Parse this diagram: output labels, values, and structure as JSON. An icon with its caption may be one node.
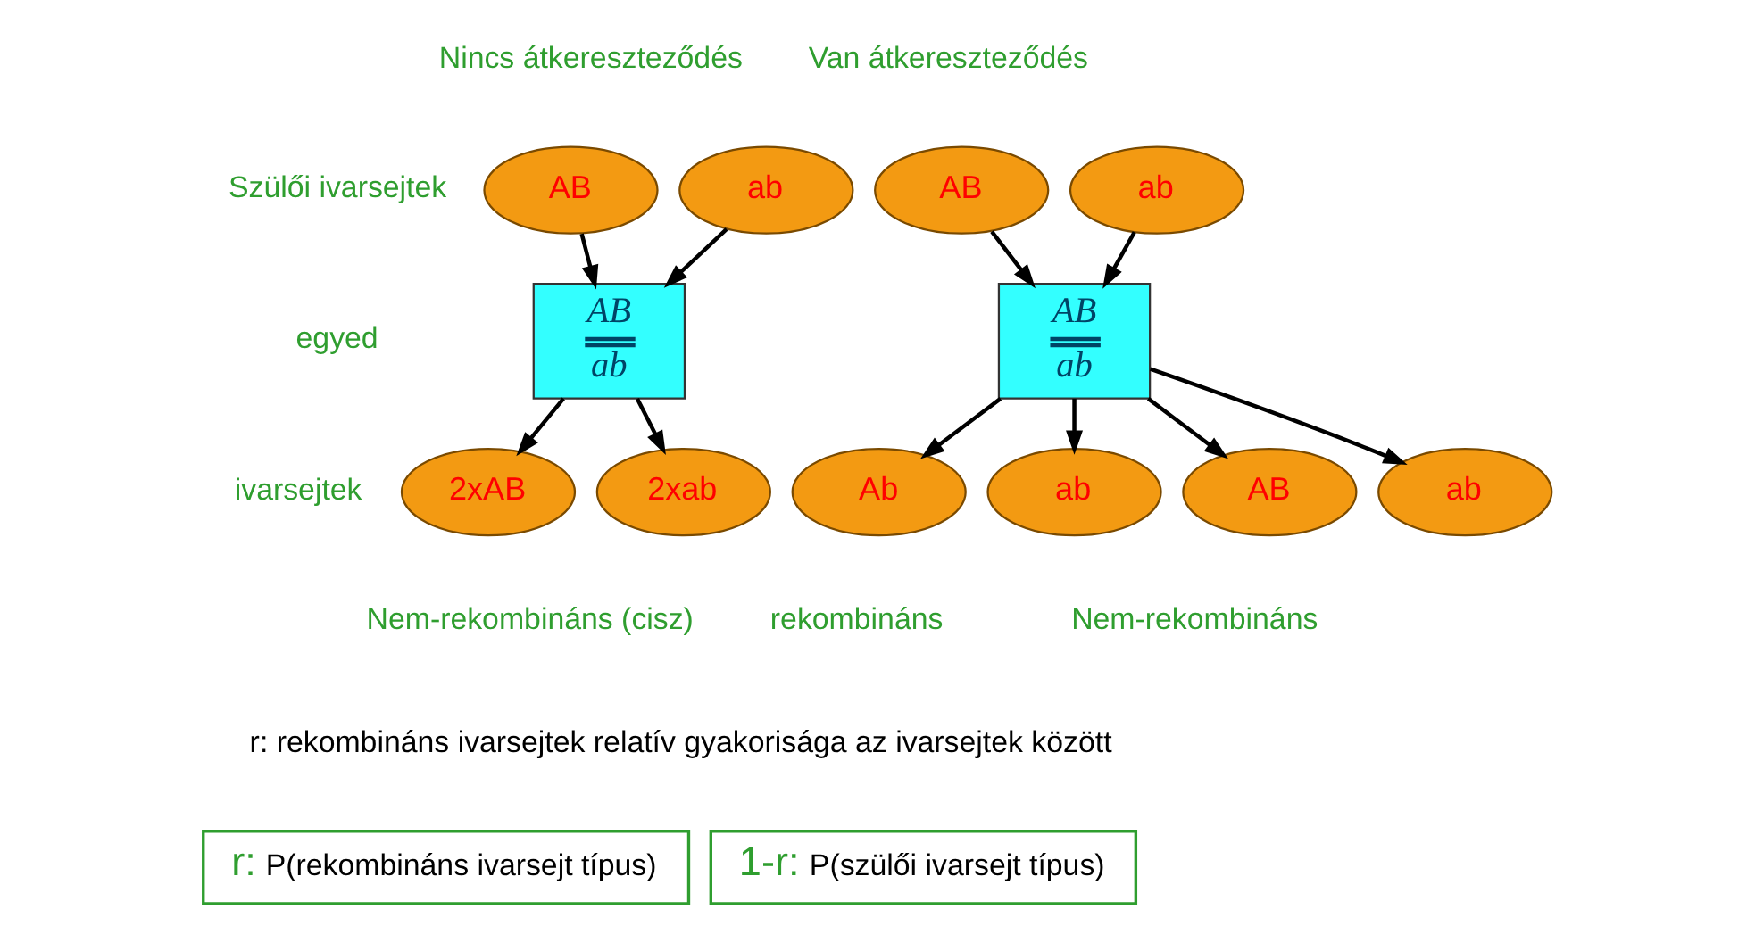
{
  "diagram": {
    "nodes": [
      {
        "text": [
          "AB"
        ]
      },
      {
        "text": [
          "ab"
        ]
      },
      {
        "text": [
          "AB",
          "ab"
        ]
      },
      {
        "text": [
          "2xAB"
        ]
      },
      {
        "text": [
          "2xab"
        ]
      },
      {
        "text": [
          "AB"
        ]
      },
      {
        "text": [
          "ab"
        ]
      },
      {
        "text": [
          "AB",
          "ab"
        ]
      },
      {
        "text": [
          "Ab"
        ]
      },
      {
        "text": [
          "ab"
        ]
      },
      {
        "text": [
          "AB"
        ]
      },
      {
        "text": [
          "ab"
        ]
      },
      {
        "text": [
          "r:",
          "P(rekombináns ivarsejt típus)"
        ]
      },
      {
        "text": [
          "1-r:",
          "P(szülői ivarsejt típus)"
        ]
      }
    ],
    "edges": [
      {
        "from": 0,
        "to": 2,
        "arrow": "to"
      },
      {
        "from": 1,
        "to": 2,
        "arrow": "to"
      },
      {
        "from": 2,
        "to": 3,
        "arrow": "to"
      },
      {
        "from": 2,
        "to": 4,
        "arrow": "to"
      },
      {
        "from": 5,
        "to": 7,
        "arrow": "to"
      },
      {
        "from": 6,
        "to": 7,
        "arrow": "to"
      },
      {
        "from": 7,
        "to": 8,
        "arrow": "to"
      },
      {
        "from": 7,
        "to": 9,
        "arrow": "to"
      },
      {
        "from": 7,
        "to": 10,
        "arrow": "to"
      },
      {
        "from": 7,
        "to": 11,
        "arrow": "to"
      }
    ],
    "labels": [
      "Nincs átkereszteződés",
      "Van átkereszteződés",
      "Szülői ivarsejtek",
      "egyed",
      "ivarsejtek",
      "Nem-rekombináns (cisz)",
      "rekombináns",
      "Nem-rekombináns",
      "r: rekombináns ivarsejtek relatív gyakorisága az ivarsejtek között"
    ]
  }
}
